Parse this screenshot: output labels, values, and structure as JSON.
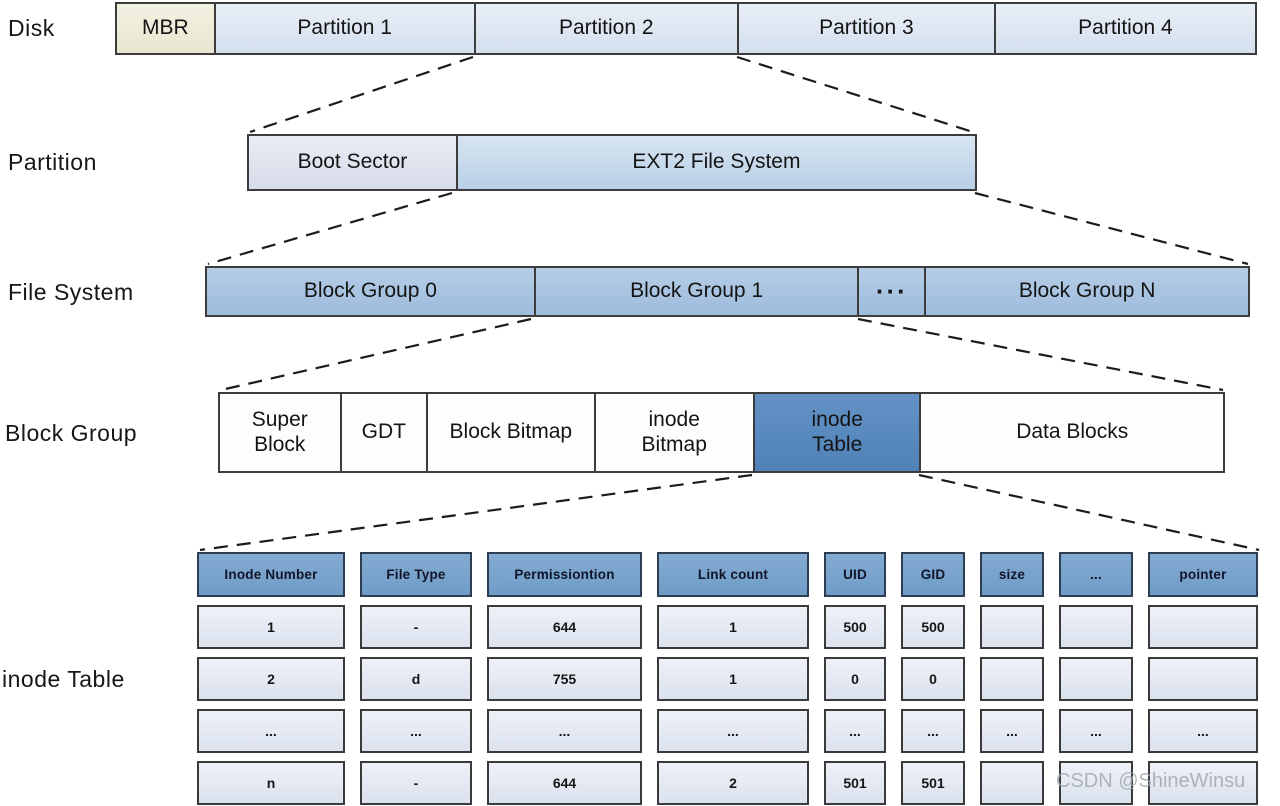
{
  "diagram": {
    "disk": {
      "label": "Disk",
      "segments": [
        "MBR",
        "Partition 1",
        "Partition 2",
        "Partition 3",
        "Partition 4"
      ]
    },
    "partition": {
      "label": "Partition",
      "segments": [
        "Boot Sector",
        "EXT2 File System"
      ]
    },
    "file_system": {
      "label": "File System",
      "segments": [
        "Block Group 0",
        "Block Group 1",
        "···",
        "Block Group N"
      ]
    },
    "block_group": {
      "label": "Block Group",
      "segments": [
        "Super Block",
        "GDT",
        "Block Bitmap",
        "inode Bitmap",
        "inode Table",
        "Data Blocks"
      ]
    },
    "inode_table": {
      "label": "inode Table",
      "headers": [
        "Inode Number",
        "File Type",
        "Permissiontion",
        "Link count",
        "UID",
        "GID",
        "size",
        "...",
        "pointer"
      ],
      "rows": [
        [
          "1",
          "-",
          "644",
          "1",
          "500",
          "500",
          "",
          "",
          ""
        ],
        [
          "2",
          "d",
          "755",
          "1",
          "0",
          "0",
          "",
          "",
          ""
        ],
        [
          "...",
          "...",
          "...",
          "...",
          "...",
          "...",
          "...",
          "...",
          "..."
        ],
        [
          "n",
          "-",
          "644",
          "2",
          "501",
          "501",
          "",
          "",
          ""
        ]
      ]
    }
  },
  "watermark": "CSDN @ShineWinsu",
  "colors": {
    "mbr_cream": "#eeedda",
    "partition_light_blue": "#dce6f1",
    "ext2_blue": "#c5d9ea",
    "block_group_blue": "#a8c4e0",
    "inode_table_highlight": "#5688bf",
    "table_header_blue": "#7aa4cd",
    "table_cell_light": "#e4e9f3"
  }
}
